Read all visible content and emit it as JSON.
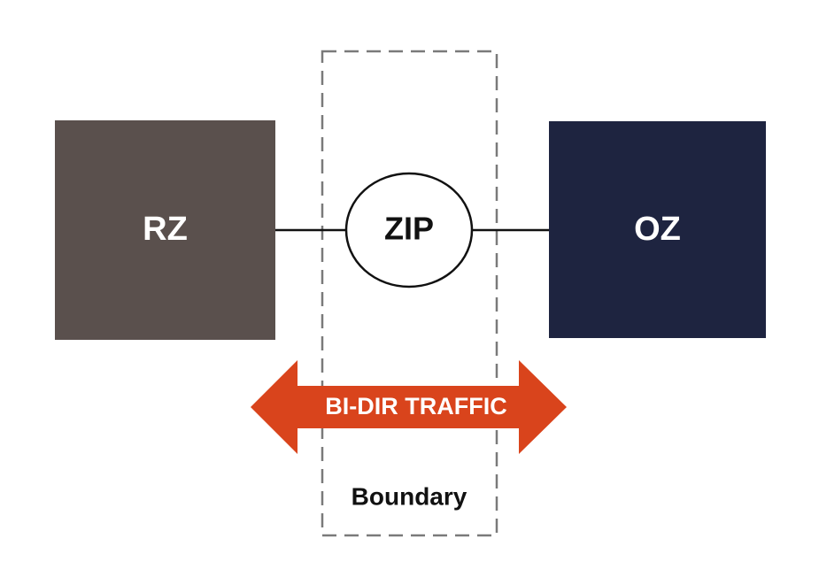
{
  "nodes": {
    "left": {
      "label": "RZ",
      "color": "#5a504d",
      "text_color": "#ffffff"
    },
    "right": {
      "label": "OZ",
      "color": "#1e2440",
      "text_color": "#ffffff"
    },
    "center": {
      "label": "ZIP",
      "fill": "#ffffff",
      "stroke": "#111111",
      "text_color": "#111111"
    }
  },
  "boundary": {
    "label": "Boundary",
    "stroke": "#7a7a7a",
    "text_color": "#111111"
  },
  "traffic_arrow": {
    "label": "BI-DIR TRAFFIC",
    "color": "#d9441c",
    "text_color": "#ffffff"
  },
  "connector_color": "#111111"
}
